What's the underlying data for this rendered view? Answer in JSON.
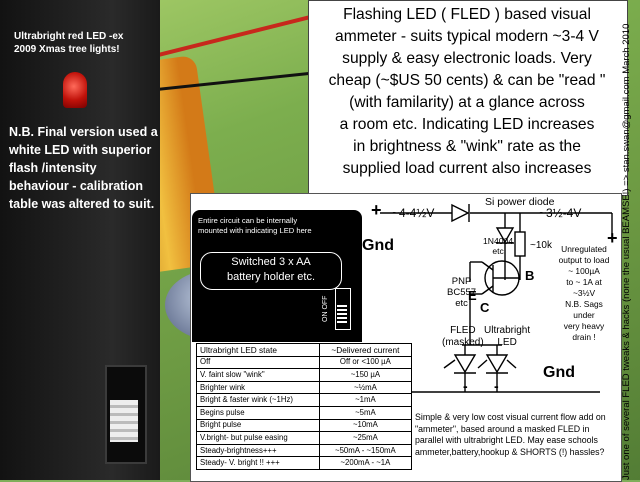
{
  "photo": {
    "caption_top": [
      "Ultrabright red LED -ex",
      "2009  Xmas tree lights!"
    ],
    "caption_nb": "N.B. Final version used a white LED with superior flash /intensity behaviour - calibration table was altered to suit."
  },
  "title": {
    "lines": [
      "Flashing LED ( FLED ) based visual",
      "ammeter - suits typical modern ~3-4 V",
      "supply & easy electronic loads. Very",
      "cheap (~$US 50 cents)  & can be \"read \"",
      "(with familarity) at a glance across",
      "a room etc.   Indicating LED increases",
      "in brightness & \"wink\" rate as the",
      "supplied load current also increases"
    ]
  },
  "side_note": "Just one of several FLED tweaks & hacks (none the usual  BEAMSE!) => stan.swan@gmail.com    March 2010",
  "circuit": {
    "internal_note": "Entire circuit can be internally mounted with indicating LED here",
    "battery_label": [
      "Switched 3 x AA",
      "battery holder etc."
    ],
    "switch_label": "ON OFF",
    "plus_left": "+",
    "voltage_in": "~4-4½V",
    "diode_label": "Si power diode",
    "voltage_out": "~3½-4V",
    "plus_right": "+",
    "gnd_top": "Gnd",
    "gnd_bottom": "Gnd",
    "diode_part": [
      "1N4004",
      "etc"
    ],
    "resistor": "~10k",
    "pnp_label": [
      "PNP",
      "BC557",
      "etc"
    ],
    "pin_e": "E",
    "pin_b": "B",
    "pin_c": "C",
    "fled_label": [
      "FLED",
      "(masked)"
    ],
    "ultra_label": [
      "Ultrabright",
      "LED"
    ],
    "minus_left": "-",
    "minus_right": "-",
    "output_note": [
      "Unregulated",
      "output to load",
      "~ 100µA",
      "to ~ 1A at",
      "~3½V",
      "N.B. Sags",
      "under",
      "very heavy",
      "drain !"
    ],
    "table": {
      "headers": [
        "Ultrabright LED state",
        "~Delivered current"
      ],
      "rows": [
        [
          "Off",
          "Off or <100 µA"
        ],
        [
          "V. faint slow \"wink\"",
          "~150 µA"
        ],
        [
          "Brighter wink",
          "~½mA"
        ],
        [
          "Bright & faster wink (~1Hz)",
          "~1mA"
        ],
        [
          "Begins pulse",
          "~5mA"
        ],
        [
          "Bright  pulse",
          "~10mA"
        ],
        [
          "V.bright- but pulse easing",
          "~25mA"
        ],
        [
          "Steady-brightness+++",
          "~50mA - ~150mA"
        ],
        [
          "Steady- V. bright !! +++",
          "~200mA  -  ~1A"
        ]
      ]
    },
    "bottom_note": "Simple & very low cost visual current flow add on \"ammeter\", based around a masked FLED in parallel with ultrabright LED. May ease schools ammeter,battery,hookup & SHORTS (!) hassles?"
  }
}
